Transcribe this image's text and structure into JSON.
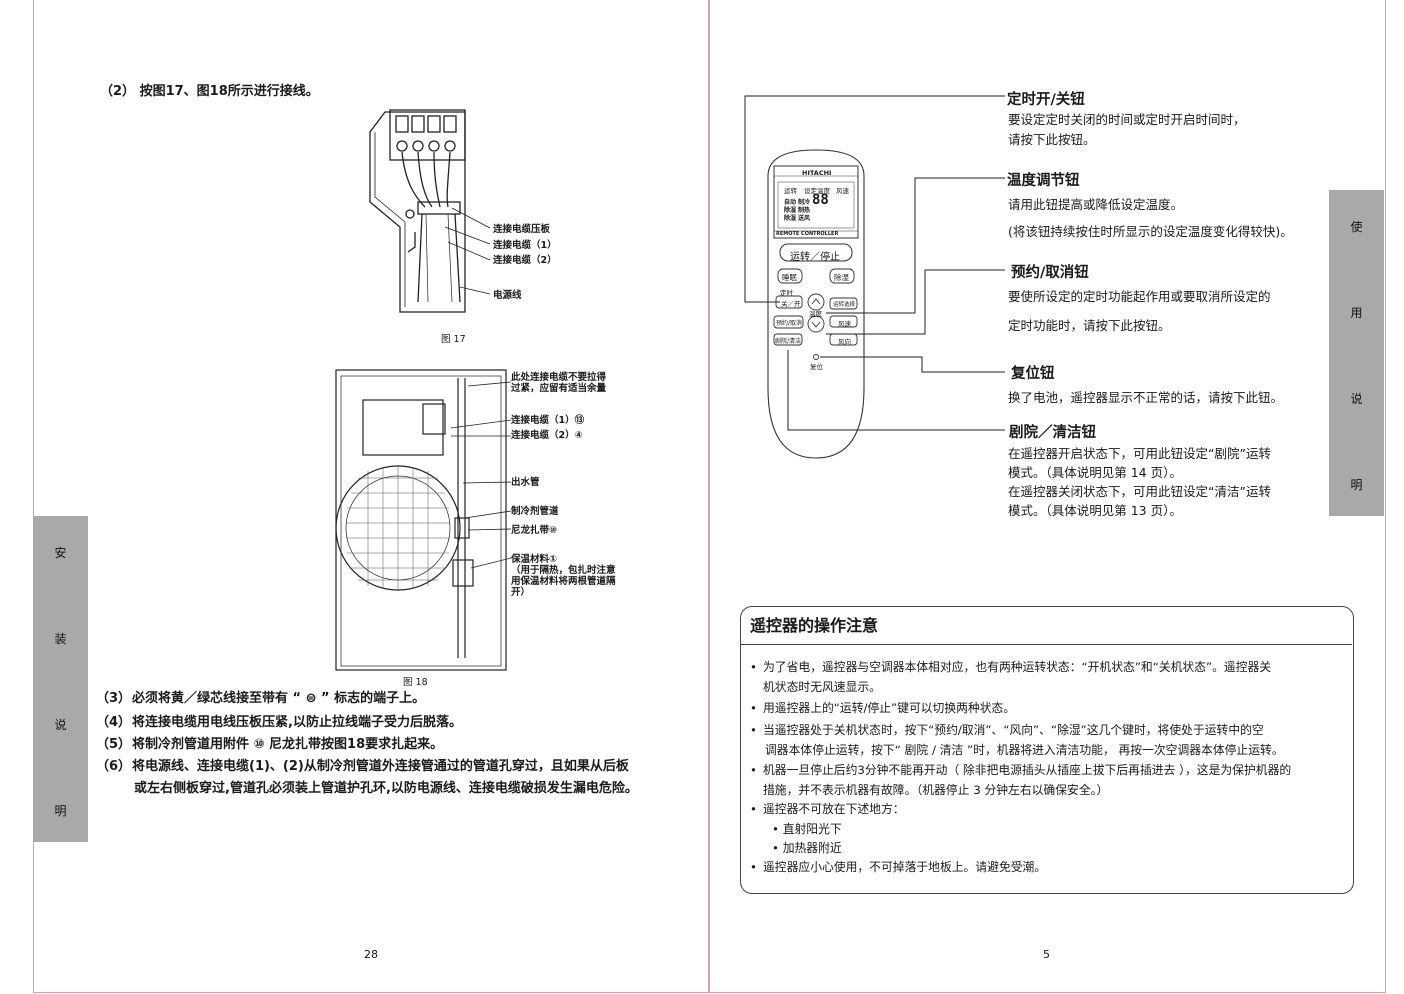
{
  "left_page": {
    "step2": "（2） 按图17、图18所示进行接线。",
    "fig17": {
      "caption": "图 17",
      "labels": [
        "连接电缆压板",
        "连接电缆（1）",
        "连接电缆（2）",
        "电源线"
      ]
    },
    "fig18": {
      "caption": "图 18",
      "labels": [
        "此处连接电缆不要拉得",
        "过紧，应留有适当余量",
        "连接电缆（1）⑬",
        "连接电缆（2）④",
        "出水管",
        "制冷剂管道",
        "尼龙扎带⑩",
        "保温材料①",
        "（用于隔热，包扎时注意",
        "用保温材料将两根管道隔",
        "开）"
      ]
    },
    "steps": [
      {
        "num": "（3）",
        "text": "必须将黄／绿芯线接至带有 “ ⊜ ” 标志的端子上。"
      },
      {
        "num": "（4）",
        "text": "将连接电缆用电线压板压紧,以防止拉线端子受力后脱落。"
      },
      {
        "num": "（5）",
        "text": "将制冷剂管道用附件 ⑩ 尼龙扎带按图18要求扎起来。"
      },
      {
        "num": "（6）",
        "text": "将电源线、连接电缆(1)、(2)从制冷剂管道外连接管通过的管道孔穿过，且如果从后板"
      }
    ],
    "step6_cont": "或左右侧板穿过,管道孔必须装上管道护孔环,以防电源线、连接电缆破损发生漏电危险。",
    "side_tab": [
      "安",
      "装",
      "说",
      "明"
    ],
    "page_number": "28"
  },
  "right_page": {
    "remote": {
      "brand": "HITACHI",
      "lcd_top": [
        "运转",
        "设定温度",
        "风速"
      ],
      "lcd_left": [
        "自动",
        "除湿",
        "除湿"
      ],
      "lcd_left2": [
        "制冷",
        "制热",
        "送风"
      ],
      "lcd_digits": "88",
      "lcd_caption": "REMOTE CONTROLLER",
      "btn_run_stop": "运转／停止",
      "btn_sleep": "睡眠",
      "btn_dehumid": "除湿",
      "timer_label": "定时",
      "btn_off_on": "关／开",
      "btn_mode": "运转选择",
      "temp_label": "温度",
      "btn_reserve": "预约/取消",
      "btn_fan_speed": "风速",
      "btn_cinema": "剧院/清洁",
      "btn_swing": "风向",
      "reset_label": "复位"
    },
    "callouts": [
      {
        "title": "定时开/关钮",
        "lines": [
          "要设定定时关闭的时间或定时开启时间时，",
          "请按下此按钮。"
        ]
      },
      {
        "title": "温度调节钮",
        "lines": [
          "请用此钮提高或降低设定温度。",
          "(将该钮持续按住时所显示的设定温度变化得较快)。"
        ]
      },
      {
        "title": "预约/取消钮",
        "lines": [
          "要使所设定的定时功能起作用或要取消所设定的",
          "定时功能时，请按下此按钮。"
        ]
      },
      {
        "title": "复位钮",
        "lines": [
          "换了电池，遥控器显示不正常的话，请按下此钮。"
        ]
      },
      {
        "title": "剧院／清洁钮",
        "lines": [
          "在遥控器开启状态下，可用此钮设定“剧院”运转",
          "模式。（具体说明见第 14 页）。",
          "在遥控器关闭状态下，可用此钮设定“清洁”运转",
          "模式。（具体说明见第 13 页）。"
        ]
      }
    ],
    "notes_title": "遥控器的操作注意",
    "notes": [
      "为了省电，遥控器与空调器本体相对应，也有两种运转状态：“开机状态”和“关机状态”。遥控器关",
      "机状态时无风速显示。",
      "用遥控器上的“运转/停止”键可以切换两种状态。",
      "当遥控器处于关机状态时，按下“预约/取消”、“风向”、“除湿”这几个键时，将使处于运转中的空",
      "调器本体停止运转，按下“ 剧院 / 清洁 ”时，机器将进入清洁功能，  再按一次空调器本体停止运转。",
      "机器一旦停止后约3分钟不能再开动（ 除非把电源插头从插座上拔下后再插进去 ），这是为保护机器的",
      "措施，并不表示机器有故障。（机器停止 3 分钟左右以确保安全。）",
      "遥控器不可放在下述地方：",
      "• 直射阳光下",
      "• 加热器附近",
      "遥控器应小心使用，不可掉落于地板上。请避免受潮。"
    ],
    "bullet": "•",
    "side_tab": [
      "使",
      "用",
      "说",
      "明"
    ],
    "page_number": "5"
  }
}
